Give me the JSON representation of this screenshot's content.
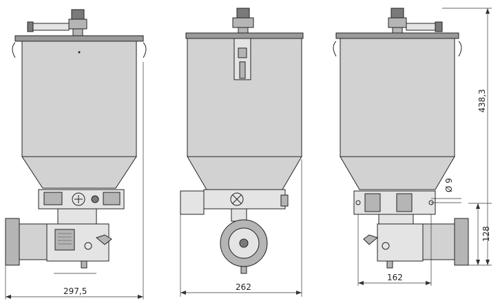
{
  "dimensions": {
    "width_front": "297,5",
    "width_side": "262",
    "width_rear": "162",
    "height_total": "438,3",
    "height_lower": "128",
    "hole_diameter": "Ø 9"
  },
  "colors": {
    "line": "#222222",
    "body": "#d2d2d2",
    "lid": "#9a9a9a"
  }
}
